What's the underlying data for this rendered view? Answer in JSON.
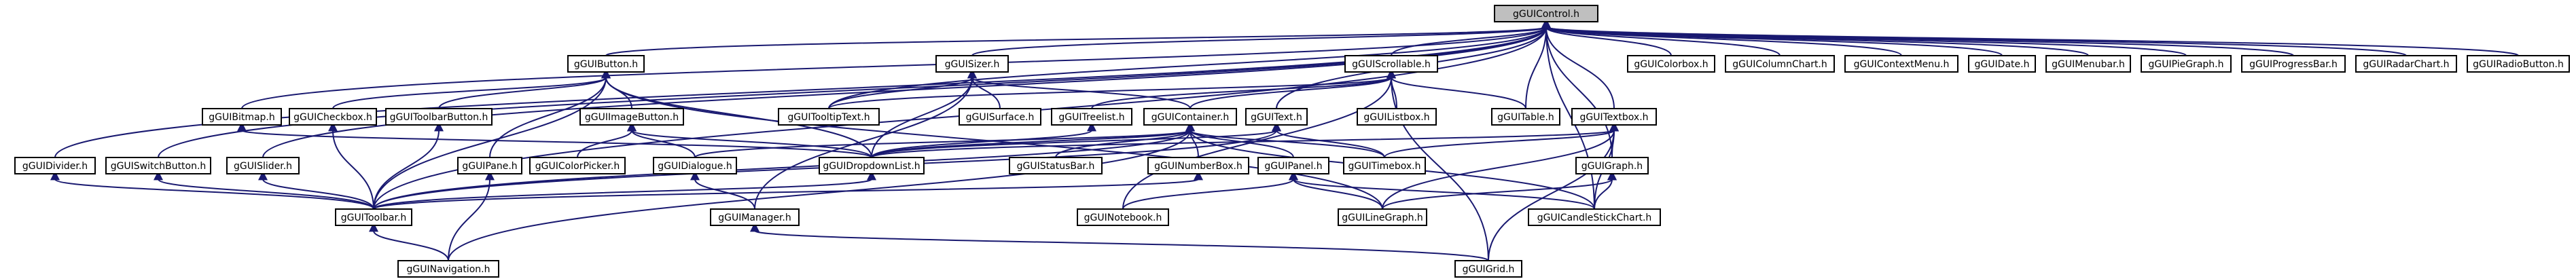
{
  "diagram": {
    "type": "include-dependency-graph",
    "nodes": [
      {
        "id": "control",
        "label": "gGUIControl.h",
        "root": true
      },
      {
        "id": "button",
        "label": "gGUIButton.h"
      },
      {
        "id": "sizer",
        "label": "gGUISizer.h"
      },
      {
        "id": "scrollable",
        "label": "gGUIScrollable.h"
      },
      {
        "id": "colorbox",
        "label": "gGUIColorbox.h"
      },
      {
        "id": "columnchart",
        "label": "gGUIColumnChart.h"
      },
      {
        "id": "contextmenu",
        "label": "gGUIContextMenu.h"
      },
      {
        "id": "date",
        "label": "gGUIDate.h"
      },
      {
        "id": "menubar",
        "label": "gGUIMenubar.h"
      },
      {
        "id": "piegraph",
        "label": "gGUIPieGraph.h"
      },
      {
        "id": "progressbar",
        "label": "gGUIProgressBar.h"
      },
      {
        "id": "radarchart",
        "label": "gGUIRadarChart.h"
      },
      {
        "id": "radiobutton",
        "label": "gGUIRadioButton.h"
      },
      {
        "id": "bitmap",
        "label": "gGUIBitmap.h"
      },
      {
        "id": "checkbox",
        "label": "gGUICheckbox.h"
      },
      {
        "id": "toolbarbutton",
        "label": "gGUIToolbarButton.h"
      },
      {
        "id": "imagebutton",
        "label": "gGUIImageButton.h"
      },
      {
        "id": "tooltiptext",
        "label": "gGUITooltipText.h"
      },
      {
        "id": "surface",
        "label": "gGUISurface.h"
      },
      {
        "id": "treelist",
        "label": "gGUITreelist.h"
      },
      {
        "id": "container",
        "label": "gGUIContainer.h"
      },
      {
        "id": "text",
        "label": "gGUIText.h"
      },
      {
        "id": "listbox",
        "label": "gGUIListbox.h"
      },
      {
        "id": "table",
        "label": "gGUITable.h"
      },
      {
        "id": "textbox",
        "label": "gGUITextbox.h"
      },
      {
        "id": "divider",
        "label": "gGUIDivider.h"
      },
      {
        "id": "switchbutton",
        "label": "gGUISwitchButton.h"
      },
      {
        "id": "slider",
        "label": "gGUISlider.h"
      },
      {
        "id": "pane",
        "label": "gGUIPane.h"
      },
      {
        "id": "colorpicker",
        "label": "gGUIColorPicker.h"
      },
      {
        "id": "dialogue",
        "label": "gGUIDialogue.h"
      },
      {
        "id": "dropdownlist",
        "label": "gGUIDropdownList.h"
      },
      {
        "id": "statusbar",
        "label": "gGUIStatusBar.h"
      },
      {
        "id": "numberbox",
        "label": "gGUINumberBox.h"
      },
      {
        "id": "panel",
        "label": "gGUIPanel.h"
      },
      {
        "id": "timebox",
        "label": "gGUITimebox.h"
      },
      {
        "id": "graph",
        "label": "gGUIGraph.h"
      },
      {
        "id": "toolbar",
        "label": "gGUIToolbar.h"
      },
      {
        "id": "manager",
        "label": "gGUIManager.h"
      },
      {
        "id": "notebook",
        "label": "gGUINotebook.h"
      },
      {
        "id": "linegraph",
        "label": "gGUILineGraph.h"
      },
      {
        "id": "candlestickchart",
        "label": "gGUICandleStickChart.h"
      },
      {
        "id": "navigation",
        "label": "gGUINavigation.h"
      },
      {
        "id": "grid",
        "label": "gGUIGrid.h"
      }
    ],
    "edges": [
      [
        "button",
        "control"
      ],
      [
        "sizer",
        "control"
      ],
      [
        "scrollable",
        "control"
      ],
      [
        "colorbox",
        "control"
      ],
      [
        "columnchart",
        "control"
      ],
      [
        "contextmenu",
        "control"
      ],
      [
        "date",
        "control"
      ],
      [
        "menubar",
        "control"
      ],
      [
        "piegraph",
        "control"
      ],
      [
        "progressbar",
        "control"
      ],
      [
        "radarchart",
        "control"
      ],
      [
        "radiobutton",
        "control"
      ],
      [
        "bitmap",
        "control"
      ],
      [
        "tooltiptext",
        "control"
      ],
      [
        "text",
        "control"
      ],
      [
        "table",
        "control"
      ],
      [
        "textbox",
        "control"
      ],
      [
        "divider",
        "control"
      ],
      [
        "switchbutton",
        "control"
      ],
      [
        "slider",
        "control"
      ],
      [
        "toolbar",
        "control"
      ],
      [
        "graph",
        "control"
      ],
      [
        "candlestickchart",
        "control"
      ],
      [
        "checkbox",
        "button"
      ],
      [
        "toolbarbutton",
        "button"
      ],
      [
        "imagebutton",
        "button"
      ],
      [
        "pane",
        "button"
      ],
      [
        "dropdownlist",
        "button"
      ],
      [
        "toolbar",
        "button"
      ],
      [
        "linegraph",
        "button"
      ],
      [
        "tooltiptext",
        "sizer"
      ],
      [
        "surface",
        "sizer"
      ],
      [
        "container",
        "sizer"
      ],
      [
        "dropdownlist",
        "sizer"
      ],
      [
        "manager",
        "sizer"
      ],
      [
        "treelist",
        "scrollable"
      ],
      [
        "container",
        "scrollable"
      ],
      [
        "listbox",
        "scrollable"
      ],
      [
        "table",
        "scrollable"
      ],
      [
        "grid",
        "scrollable"
      ],
      [
        "notebook",
        "scrollable"
      ],
      [
        "tooltiptext",
        "scrollable"
      ],
      [
        "dropdownlist",
        "bitmap"
      ],
      [
        "toolbar",
        "checkbox"
      ],
      [
        "toolbar",
        "toolbarbutton"
      ],
      [
        "colorpicker",
        "imagebutton"
      ],
      [
        "dialogue",
        "imagebutton"
      ],
      [
        "dropdownlist",
        "imagebutton"
      ],
      [
        "dropdownlist",
        "treelist"
      ],
      [
        "dialogue",
        "container"
      ],
      [
        "dropdownlist",
        "container"
      ],
      [
        "statusbar",
        "container"
      ],
      [
        "numberbox",
        "container"
      ],
      [
        "panel",
        "container"
      ],
      [
        "timebox",
        "container"
      ],
      [
        "toolbar",
        "container"
      ],
      [
        "navigation",
        "container"
      ],
      [
        "candlestickchart",
        "container"
      ],
      [
        "dropdownlist",
        "text"
      ],
      [
        "timebox",
        "text"
      ],
      [
        "toolbar",
        "text"
      ],
      [
        "dropdownlist",
        "textbox"
      ],
      [
        "timebox",
        "textbox"
      ],
      [
        "graph",
        "textbox"
      ],
      [
        "linegraph",
        "textbox"
      ],
      [
        "grid",
        "textbox"
      ],
      [
        "candlestickchart",
        "textbox"
      ],
      [
        "toolbar",
        "divider"
      ],
      [
        "toolbar",
        "switchbutton"
      ],
      [
        "toolbar",
        "slider"
      ],
      [
        "navigation",
        "pane"
      ],
      [
        "manager",
        "dialogue"
      ],
      [
        "toolbar",
        "dropdownlist"
      ],
      [
        "toolbar",
        "numberbox"
      ],
      [
        "notebook",
        "panel"
      ],
      [
        "linegraph",
        "panel"
      ],
      [
        "candlestickchart",
        "panel"
      ],
      [
        "linegraph",
        "graph"
      ],
      [
        "candlestickchart",
        "graph"
      ],
      [
        "navigation",
        "toolbar"
      ],
      [
        "grid",
        "manager"
      ]
    ]
  }
}
